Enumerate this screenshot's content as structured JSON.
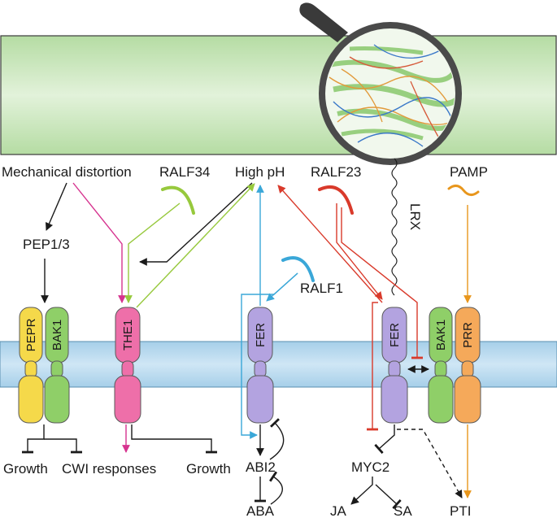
{
  "labels": {
    "mechanical_distortion": "Mechanical distortion",
    "ralf34": "RALF34",
    "high_ph": "High pH",
    "ralf23": "RALF23",
    "pamp": "PAMP",
    "pep13": "PEP1/3",
    "lrx": "LRX",
    "ralf1": "RALF1",
    "growth_left": "Growth",
    "cwi_responses": "CWI responses",
    "growth_right": "Growth",
    "abi2": "ABI2",
    "aba": "ABA",
    "myc2": "MYC2",
    "ja": "JA",
    "sa": "SA",
    "pti": "PTI"
  },
  "receptors": {
    "pepr": "PEPR",
    "bak1_left": "BAK1",
    "the1": "THE1",
    "fer_left": "FER",
    "fer_right": "FER",
    "bak1_right": "BAK1",
    "prr": "PRR"
  },
  "colors": {
    "cell_wall": "#c9e6bd",
    "membrane": "#b7d8ee",
    "pepr": "#f5d94a",
    "bak1": "#8fcf68",
    "the1": "#ee6fa9",
    "fer": "#b3a3e0",
    "prr": "#f5a95a",
    "black_arrow": "#1a1a1a",
    "magenta_arrow": "#d6338f",
    "green_arrow": "#97c93d",
    "blue_arrow": "#3aa7d8",
    "red_arrow": "#d93a2b",
    "orange_arrow": "#e8961c"
  },
  "icons": {
    "magnifier": "magnifying-glass-icon"
  }
}
